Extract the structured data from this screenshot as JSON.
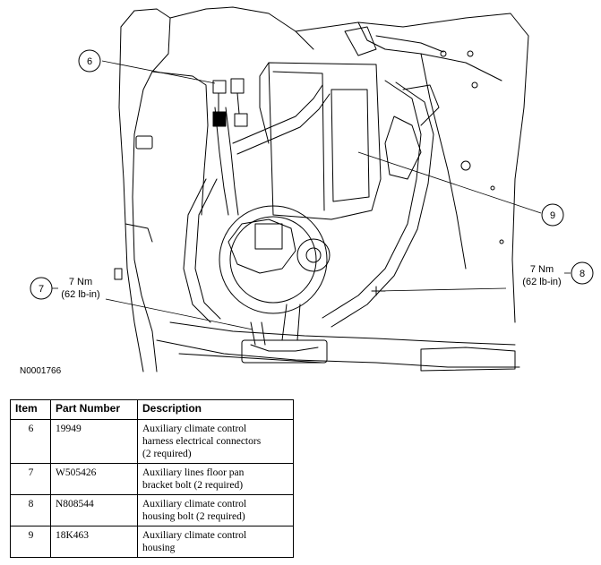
{
  "figure": {
    "id_label": "N0001766",
    "callouts": [
      {
        "number": "6"
      },
      {
        "number": "7",
        "torque": "7 Nm",
        "torque_imperial": "(62 lb-in)"
      },
      {
        "number": "8",
        "torque": "7 Nm",
        "torque_imperial": "(62 lb-in)"
      },
      {
        "number": "9"
      }
    ]
  },
  "table": {
    "headers": {
      "item": "Item",
      "part_number": "Part Number",
      "description": "Description"
    },
    "rows": [
      {
        "item": "6",
        "part_number": "19949",
        "description": [
          "Auxiliary climate control",
          "harness electrical connectors",
          "(2 required)"
        ]
      },
      {
        "item": "7",
        "part_number": "W505426",
        "description": [
          "Auxiliary lines floor pan",
          "bracket bolt (2 required)"
        ]
      },
      {
        "item": "8",
        "part_number": "N808544",
        "description": [
          "Auxiliary climate control",
          "housing bolt (2 required)"
        ]
      },
      {
        "item": "9",
        "part_number": "18K463",
        "description": [
          "Auxiliary climate control",
          "housing"
        ]
      }
    ]
  }
}
